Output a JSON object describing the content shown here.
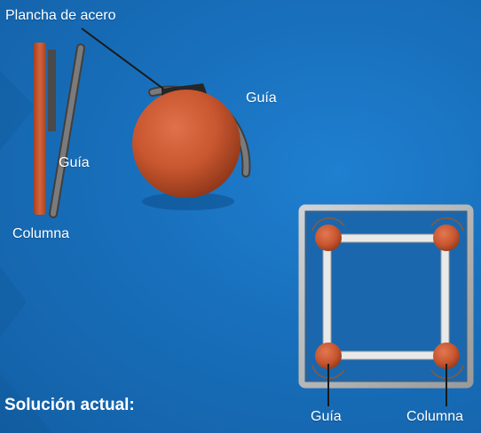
{
  "labels": {
    "plate": "Plancha de acero",
    "guide_round": "Guía",
    "guide_side": "Guía",
    "column_side": "Columna",
    "guide_bottom": "Guía",
    "column_bottom": "Columna"
  },
  "caption": "Solución actual:",
  "colors": {
    "background": "#186fbb",
    "column": "#c8562f",
    "guide": "#6e6e6e",
    "frame": "#b9b9b9",
    "tube": "#e9e9e9",
    "label": "#ffffff"
  }
}
